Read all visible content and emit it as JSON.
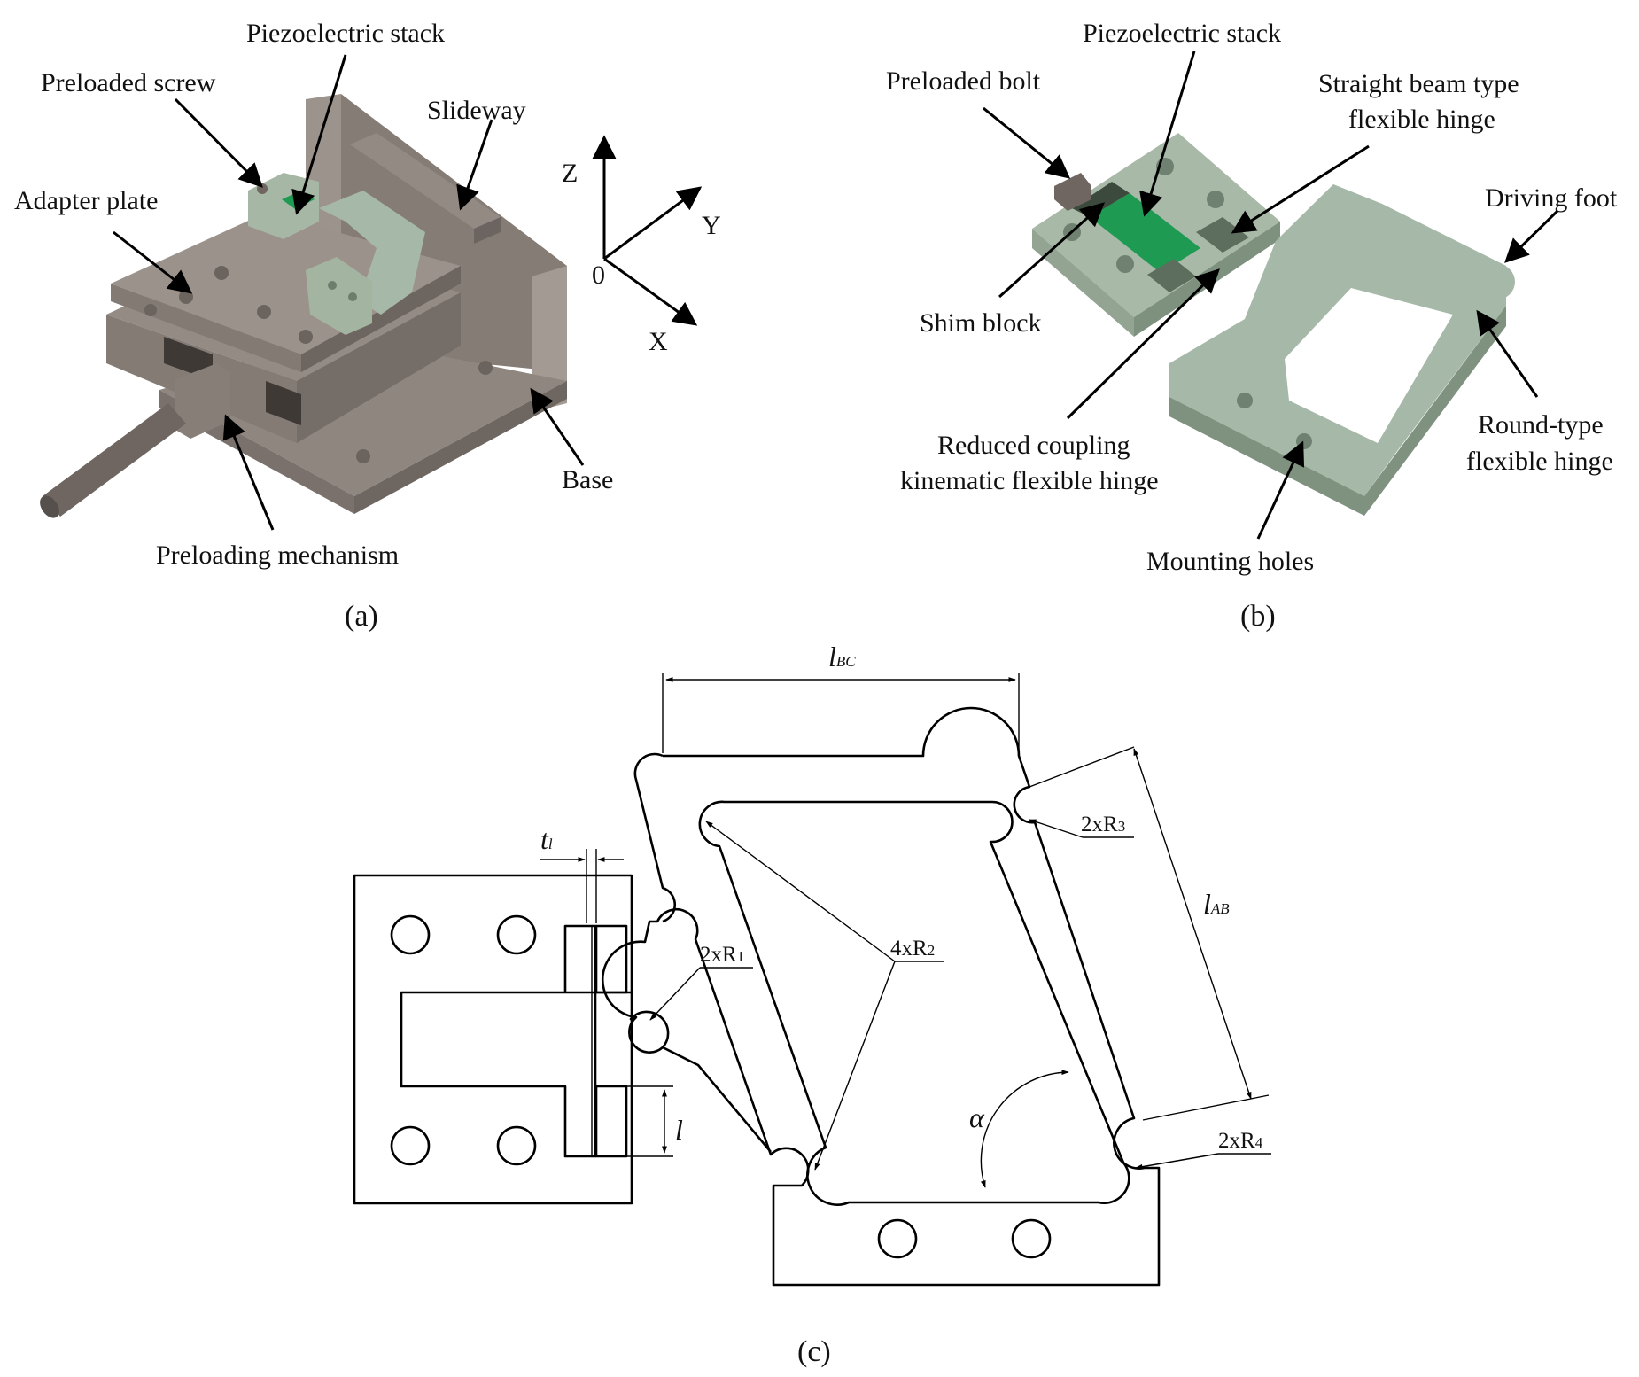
{
  "panel_a": {
    "caption": "(a)",
    "labels": {
      "piezo": "Piezoelectric stack",
      "screw": "Preloaded screw",
      "slideway": "Slideway",
      "adapter": "Adapter plate",
      "base": "Base",
      "preload_mech": "Preloading mechanism"
    },
    "axes": {
      "z": "Z",
      "y": "Y",
      "x": "X",
      "origin": "0"
    }
  },
  "panel_b": {
    "caption": "(b)",
    "labels": {
      "piezo": "Piezoelectric stack",
      "bolt": "Preloaded bolt",
      "straight_1": "Straight beam type",
      "straight_2": "flexible hinge",
      "driving_foot": "Driving foot",
      "shim": "Shim block",
      "round_1": "Round-type",
      "round_2": "flexible hinge",
      "reduced_1": "Reduced coupling",
      "reduced_2": "kinematic flexible hinge",
      "mounting": "Mounting holes"
    }
  },
  "panel_c": {
    "caption": "(c)",
    "dims": {
      "lbc_main": "l",
      "lbc_sub": "BC",
      "lab_main": "l",
      "lab_sub": "AB",
      "t_main": "t",
      "t_sub": "l",
      "l": "l",
      "alpha": "α",
      "r1_main": "2xR",
      "r1_sub": "1",
      "r2_main": "4xR",
      "r2_sub": "2",
      "r3_main": "2xR",
      "r3_sub": "3",
      "r4_main": "2xR",
      "r4_sub": "4"
    }
  },
  "colors": {
    "metal_dark": "#6f6661",
    "metal_mid": "#8a817b",
    "metal_light": "#a49a94",
    "hinge_green": "#a6b8a8",
    "hinge_green_dark": "#7f927f",
    "piezo_green": "#1f9a52"
  }
}
